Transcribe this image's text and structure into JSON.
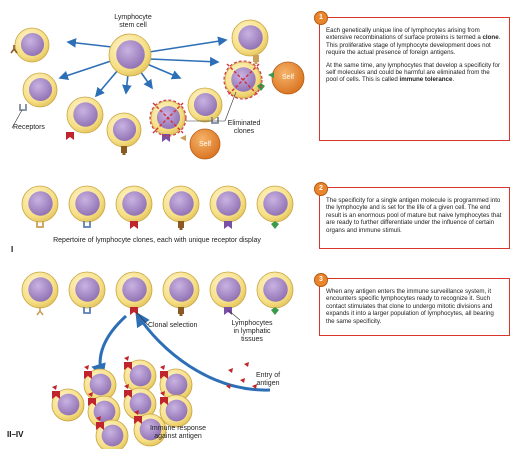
{
  "labels": {
    "stem_cell_line1": "Lymphocyte",
    "stem_cell_line2": "stem cell",
    "receptors": "Receptors",
    "eliminated_line1": "Eliminated",
    "eliminated_line2": "clones",
    "self_top": "Self",
    "self_bottom": "Self",
    "repertoire": "Repertoire of lymphocyte clones, each with unique receptor display",
    "clonal_selection": "Clonal selection",
    "lymphatic_line1": "Lymphocytes",
    "lymphatic_line2": "in lymphatic",
    "lymphatic_line3": "tissues",
    "entry_line1": "Entry of",
    "entry_line2": "antigen",
    "response_line1": "Immune response",
    "response_line2": "against antigen"
  },
  "stage_labels": {
    "stage1": "I",
    "stage2": "II–IV"
  },
  "steps": [
    {
      "number": "1",
      "paragraph1_before": "Each genetically unique line of lymphocytes arising from extensive recombinations of surface proteins is termed a ",
      "paragraph1_bold": "clone",
      "paragraph1_after": ". This proliferative stage of lymphocyte development does not require the actual presence of foreign antigens.",
      "paragraph2_before": "At the same time, any lymphocytes that develop a specificity for self molecules and could be harmful are eliminated from the pool of cells. This is called ",
      "paragraph2_bold": "immune tolerance",
      "paragraph2_after": "."
    },
    {
      "number": "2",
      "text": "The specificity for a single antigen molecule is programmed into the lymphocyte and is set for the life of a given cell. The end result is an enormous pool of mature but naive lymphocytes that are ready to further differentiate under the influence of certain organs and immune stimuli."
    },
    {
      "number": "3",
      "text": "When any antigen enters the immune surveillance system, it encounters specific lymphocytes ready to recognize it. Such contact stimulates that clone to undergo mitotic divisions and expands it into a larger population of lymphocytes, all bearing the same specificity."
    }
  ],
  "colors": {
    "cell_outer": "#f3dc7e",
    "cell_nucleus": "#a78bc4",
    "arrow_blue": "#2d6fb7",
    "self_orange": "#e9852c",
    "eliminate_red": "#d32f3a",
    "panel_border": "#d9372b"
  }
}
